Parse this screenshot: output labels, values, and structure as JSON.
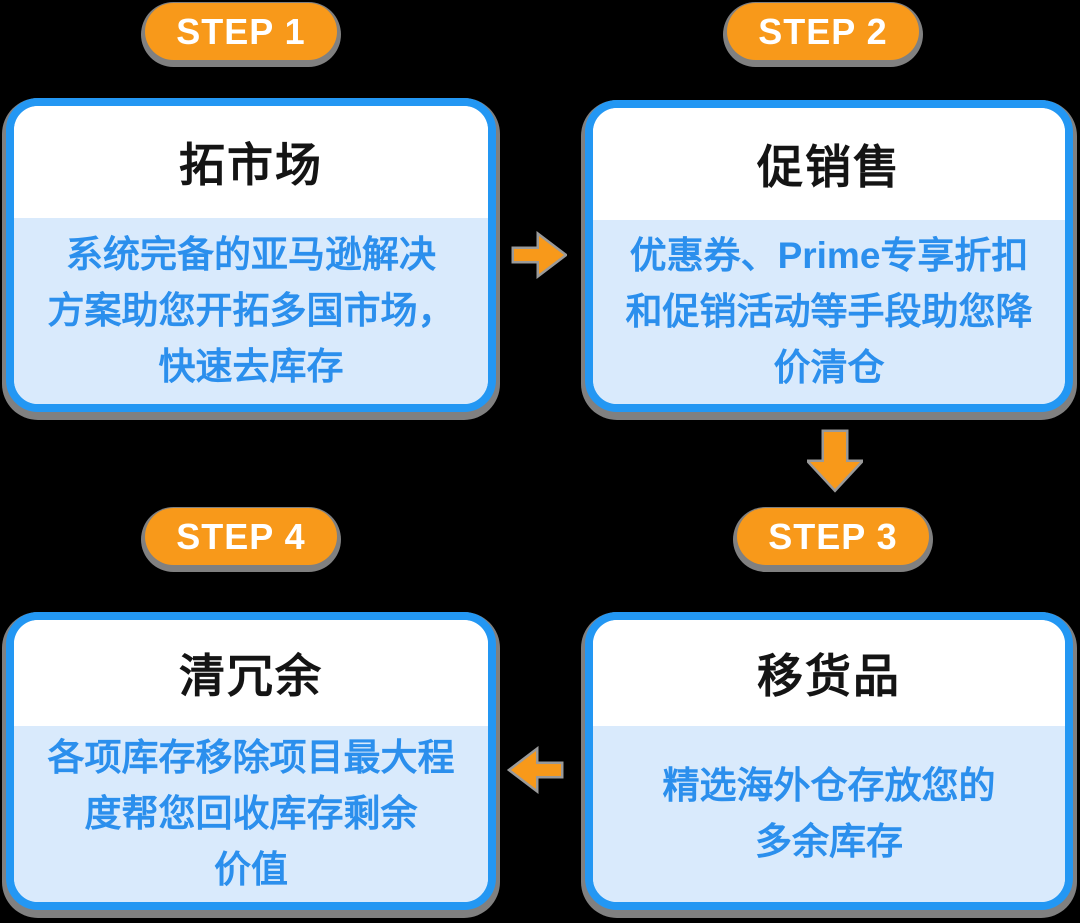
{
  "colors": {
    "orange": "#F8991A",
    "card_border_blue": "#2397F3",
    "card_body_background": "#D9EAFC",
    "body_text_blue": "#2B8FED",
    "title_text": "#141414",
    "badge_text": "#FFFFFF",
    "shadow_gray": "#969696",
    "background": "#000000"
  },
  "steps": [
    {
      "badge": "STEP 1",
      "title": "拓市场",
      "body": "系统完备的亚马逊解决\n方案助您开拓多国市场，\n快速去库存"
    },
    {
      "badge": "STEP 2",
      "title": "促销售",
      "body": "优惠券、Prime专享折扣\n和促销活动等手段助您降\n价清仓"
    },
    {
      "badge": "STEP 3",
      "title": "移货品",
      "body": "精选海外仓存放您的\n多余库存"
    },
    {
      "badge": "STEP 4",
      "title": "清冗余",
      "body": "各项库存移除项目最大程\n度帮您回收库存剩余\n价值"
    }
  ],
  "flow": {
    "arrow_1_to_2": "right",
    "arrow_2_to_3": "down",
    "arrow_3_to_4": "left"
  }
}
